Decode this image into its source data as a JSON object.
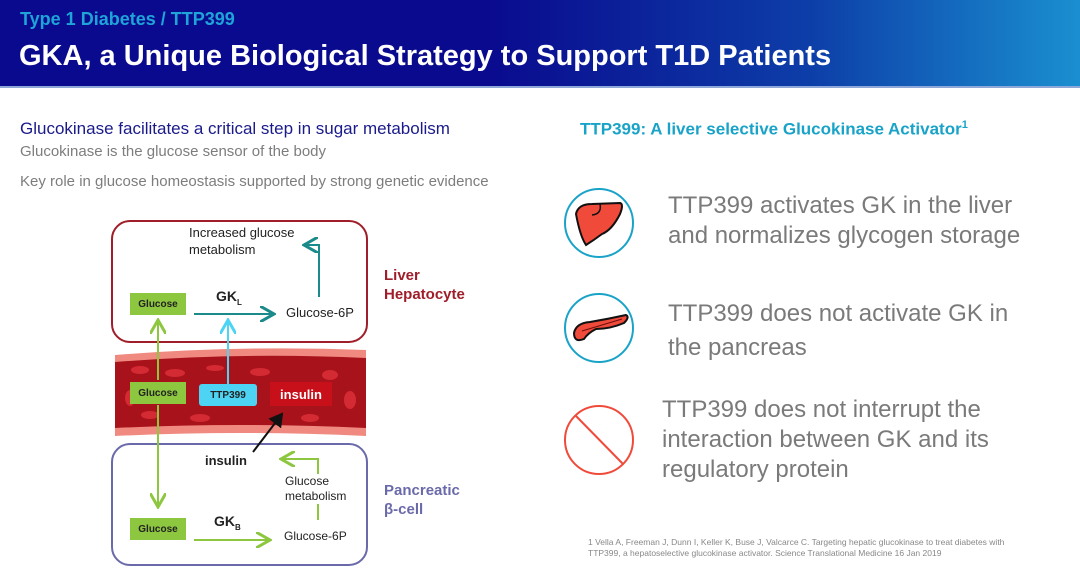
{
  "header": {
    "breadcrumb": "Type 1 Diabetes / TTP399",
    "title": "GKA, a Unique Biological Strategy to Support T1D Patients"
  },
  "left": {
    "heading": "Glucokinase facilitates a critical step in sugar metabolism",
    "sub1": "Glucokinase is the glucose sensor of the body",
    "sub2": "Key role in glucose homeostasis supported by strong genetic evidence",
    "diagram": {
      "increased": "Increased glucose metabolism",
      "gkl": "GK",
      "gkl_sub": "L",
      "glucose": "Glucose",
      "g6p": "Glucose-6P",
      "liver_label_1": "Liver",
      "liver_label_2": "Hepatocyte",
      "ttp": "TTP399",
      "insulin": "insulin",
      "gkb": "GK",
      "gkb_sub": "B",
      "glucose_metabolism": "Glucose metabolism",
      "pancreas_label_1": "Pancreatic",
      "pancreas_label_2": "β-cell"
    }
  },
  "right": {
    "title": "TTP399: A liver selective Glucokinase Activator",
    "title_sup": "1",
    "points": [
      {
        "icon": "liver-icon",
        "text": "TTP399 activates GK in the liver and normalizes glycogen storage"
      },
      {
        "icon": "pancreas-icon",
        "text": "TTP399 does not activate GK in the pancreas"
      },
      {
        "icon": "prohibited-icon",
        "text": "TTP399 does not interrupt the interaction between GK and its regulatory protein"
      }
    ],
    "footnote": "1 Vella A, Freeman J, Dunn I, Keller K, Buse J, Valcarce C. Targeting hepatic glucokinase to treat diabetes with TTP399, a hepatoselective glucokinase activator. Science Translational Medicine  16 Jan 2019"
  },
  "colors": {
    "navy": "#0a0a8e",
    "accent": "#1aa3c8",
    "liver": "#a01e2a",
    "pancreas": "#6a6aaa",
    "green": "#8dc63f",
    "cyan": "#4dd4f4",
    "red": "#f04a3a"
  }
}
